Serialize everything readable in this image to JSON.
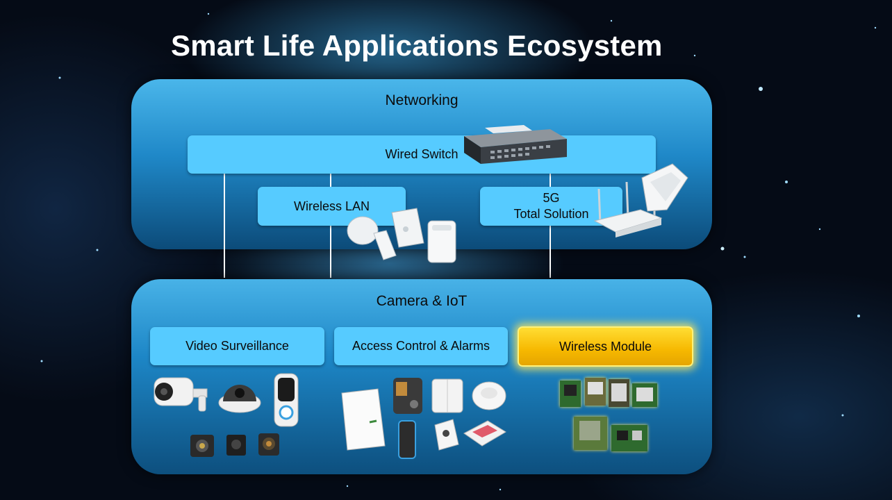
{
  "title": "Smart Life Applications Ecosystem",
  "networking": {
    "title": "Networking",
    "wired_switch": "Wired Switch",
    "wireless_lan": "Wireless LAN",
    "fiveg": {
      "line1": "5G",
      "line2": "Total Solution"
    }
  },
  "camera_iot": {
    "title": "Camera & IoT",
    "video_surveillance": "Video Surveillance",
    "access_control": "Access Control & Alarms",
    "wireless_module": "Wireless Module"
  },
  "colors": {
    "box": "#56cbff",
    "highlight": "#f6b800",
    "panel": "#1f88c8"
  },
  "icons": [
    "network-switch-icon",
    "access-point-icon",
    "5g-router-icon",
    "bullet-camera-icon",
    "dome-camera-icon",
    "video-doorbell-icon",
    "camera-module-icon",
    "control-panel-icon",
    "keypad-icon",
    "sensor-icon",
    "smoke-detector-icon",
    "wireless-module-board-icon"
  ]
}
